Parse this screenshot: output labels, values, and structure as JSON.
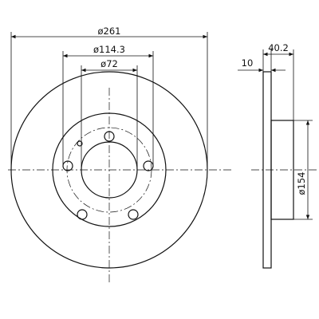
{
  "front_view": {
    "dimensions": {
      "outer_diameter": "ø261",
      "pcd": "ø114.3",
      "center_bore": "ø72"
    },
    "bolt_holes": 5,
    "locator_holes": 1
  },
  "side_view": {
    "dimensions": {
      "disc_thickness": "10",
      "overall_height": "40.2",
      "hat_diameter": "ø154"
    }
  },
  "colors": {
    "line": "#111111",
    "background": "#ffffff"
  }
}
